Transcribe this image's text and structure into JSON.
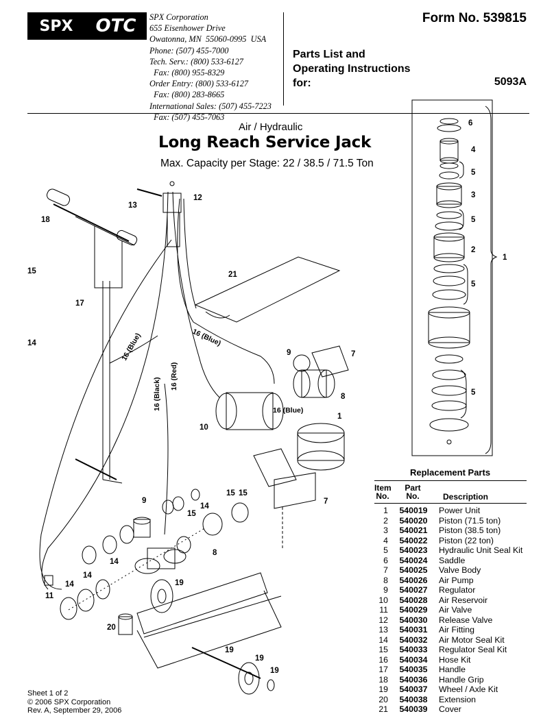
{
  "header": {
    "logo_spx": "SPX",
    "logo_otc": "OTC",
    "address": [
      "SPX Corporation",
      "655 Eisenhower Drive",
      "Owatonna, MN  55060-0995  USA",
      "Phone: (507) 455-7000",
      "Tech. Serv.: (800) 533-6127",
      "  Fax: (800) 955-8329",
      "Order Entry: (800) 533-6127",
      "  Fax: (800) 283-8665",
      "International Sales: (507) 455-7223",
      "  Fax: (507) 455-7063"
    ],
    "form_no": "Form No. 539815",
    "parts_list_lines": [
      "Parts List and",
      "Operating Instructions",
      "for:"
    ],
    "model": "5093A"
  },
  "title": {
    "subtitle": "Air / Hydraulic",
    "main": "Long Reach Service Jack",
    "capacity": "Max. Capacity per Stage: 22 / 38.5 / 71.5 Ton"
  },
  "diagram": {
    "callouts_right": [
      "6",
      "4",
      "5",
      "3",
      "5",
      "2",
      "5",
      "5",
      "1"
    ],
    "callouts_main": [
      "12",
      "13",
      "18",
      "15",
      "17",
      "14",
      "21",
      "9",
      "7",
      "8",
      "10",
      "1",
      "7",
      "9",
      "15",
      "14",
      "15",
      "15",
      "8",
      "14",
      "14",
      "14",
      "11",
      "19",
      "20",
      "19",
      "19",
      "19"
    ],
    "hoses": [
      "16 (Blue)",
      "16 (Blue)",
      "16 (Red)",
      "16 (Black)",
      "16 (Blue)"
    ]
  },
  "replacement_parts": {
    "title": "Replacement Parts",
    "headers": {
      "item": [
        "Item",
        "No."
      ],
      "part": [
        "Part",
        "No."
      ],
      "desc": "Description"
    },
    "rows": [
      [
        "1",
        "540019",
        "Power Unit"
      ],
      [
        "2",
        "540020",
        "Piston (71.5 ton)"
      ],
      [
        "3",
        "540021",
        "Piston (38.5 ton)"
      ],
      [
        "4",
        "540022",
        "Piston (22 ton)"
      ],
      [
        "5",
        "540023",
        "Hydraulic Unit Seal Kit"
      ],
      [
        "6",
        "540024",
        "Saddle"
      ],
      [
        "7",
        "540025",
        "Valve Body"
      ],
      [
        "8",
        "540026",
        "Air Pump"
      ],
      [
        "9",
        "540027",
        "Regulator"
      ],
      [
        "10",
        "540028",
        "Air Reservoir"
      ],
      [
        "11",
        "540029",
        "Air Valve"
      ],
      [
        "12",
        "540030",
        "Release Valve"
      ],
      [
        "13",
        "540031",
        "Air Fitting"
      ],
      [
        "14",
        "540032",
        "Air Motor Seal Kit"
      ],
      [
        "15",
        "540033",
        "Regulator Seal Kit"
      ],
      [
        "16",
        "540034",
        "Hose Kit"
      ],
      [
        "17",
        "540035",
        "Handle"
      ],
      [
        "18",
        "540036",
        "Handle Grip"
      ],
      [
        "19",
        "540037",
        "Wheel / Axle Kit"
      ],
      [
        "20",
        "540038",
        "Extension"
      ],
      [
        "21",
        "540039",
        "Cover"
      ]
    ]
  },
  "footer": {
    "sheet": "Sheet 1 of 2",
    "copyright": "© 2006 SPX Corporation",
    "rev": "Rev. A, September 29, 2006"
  }
}
